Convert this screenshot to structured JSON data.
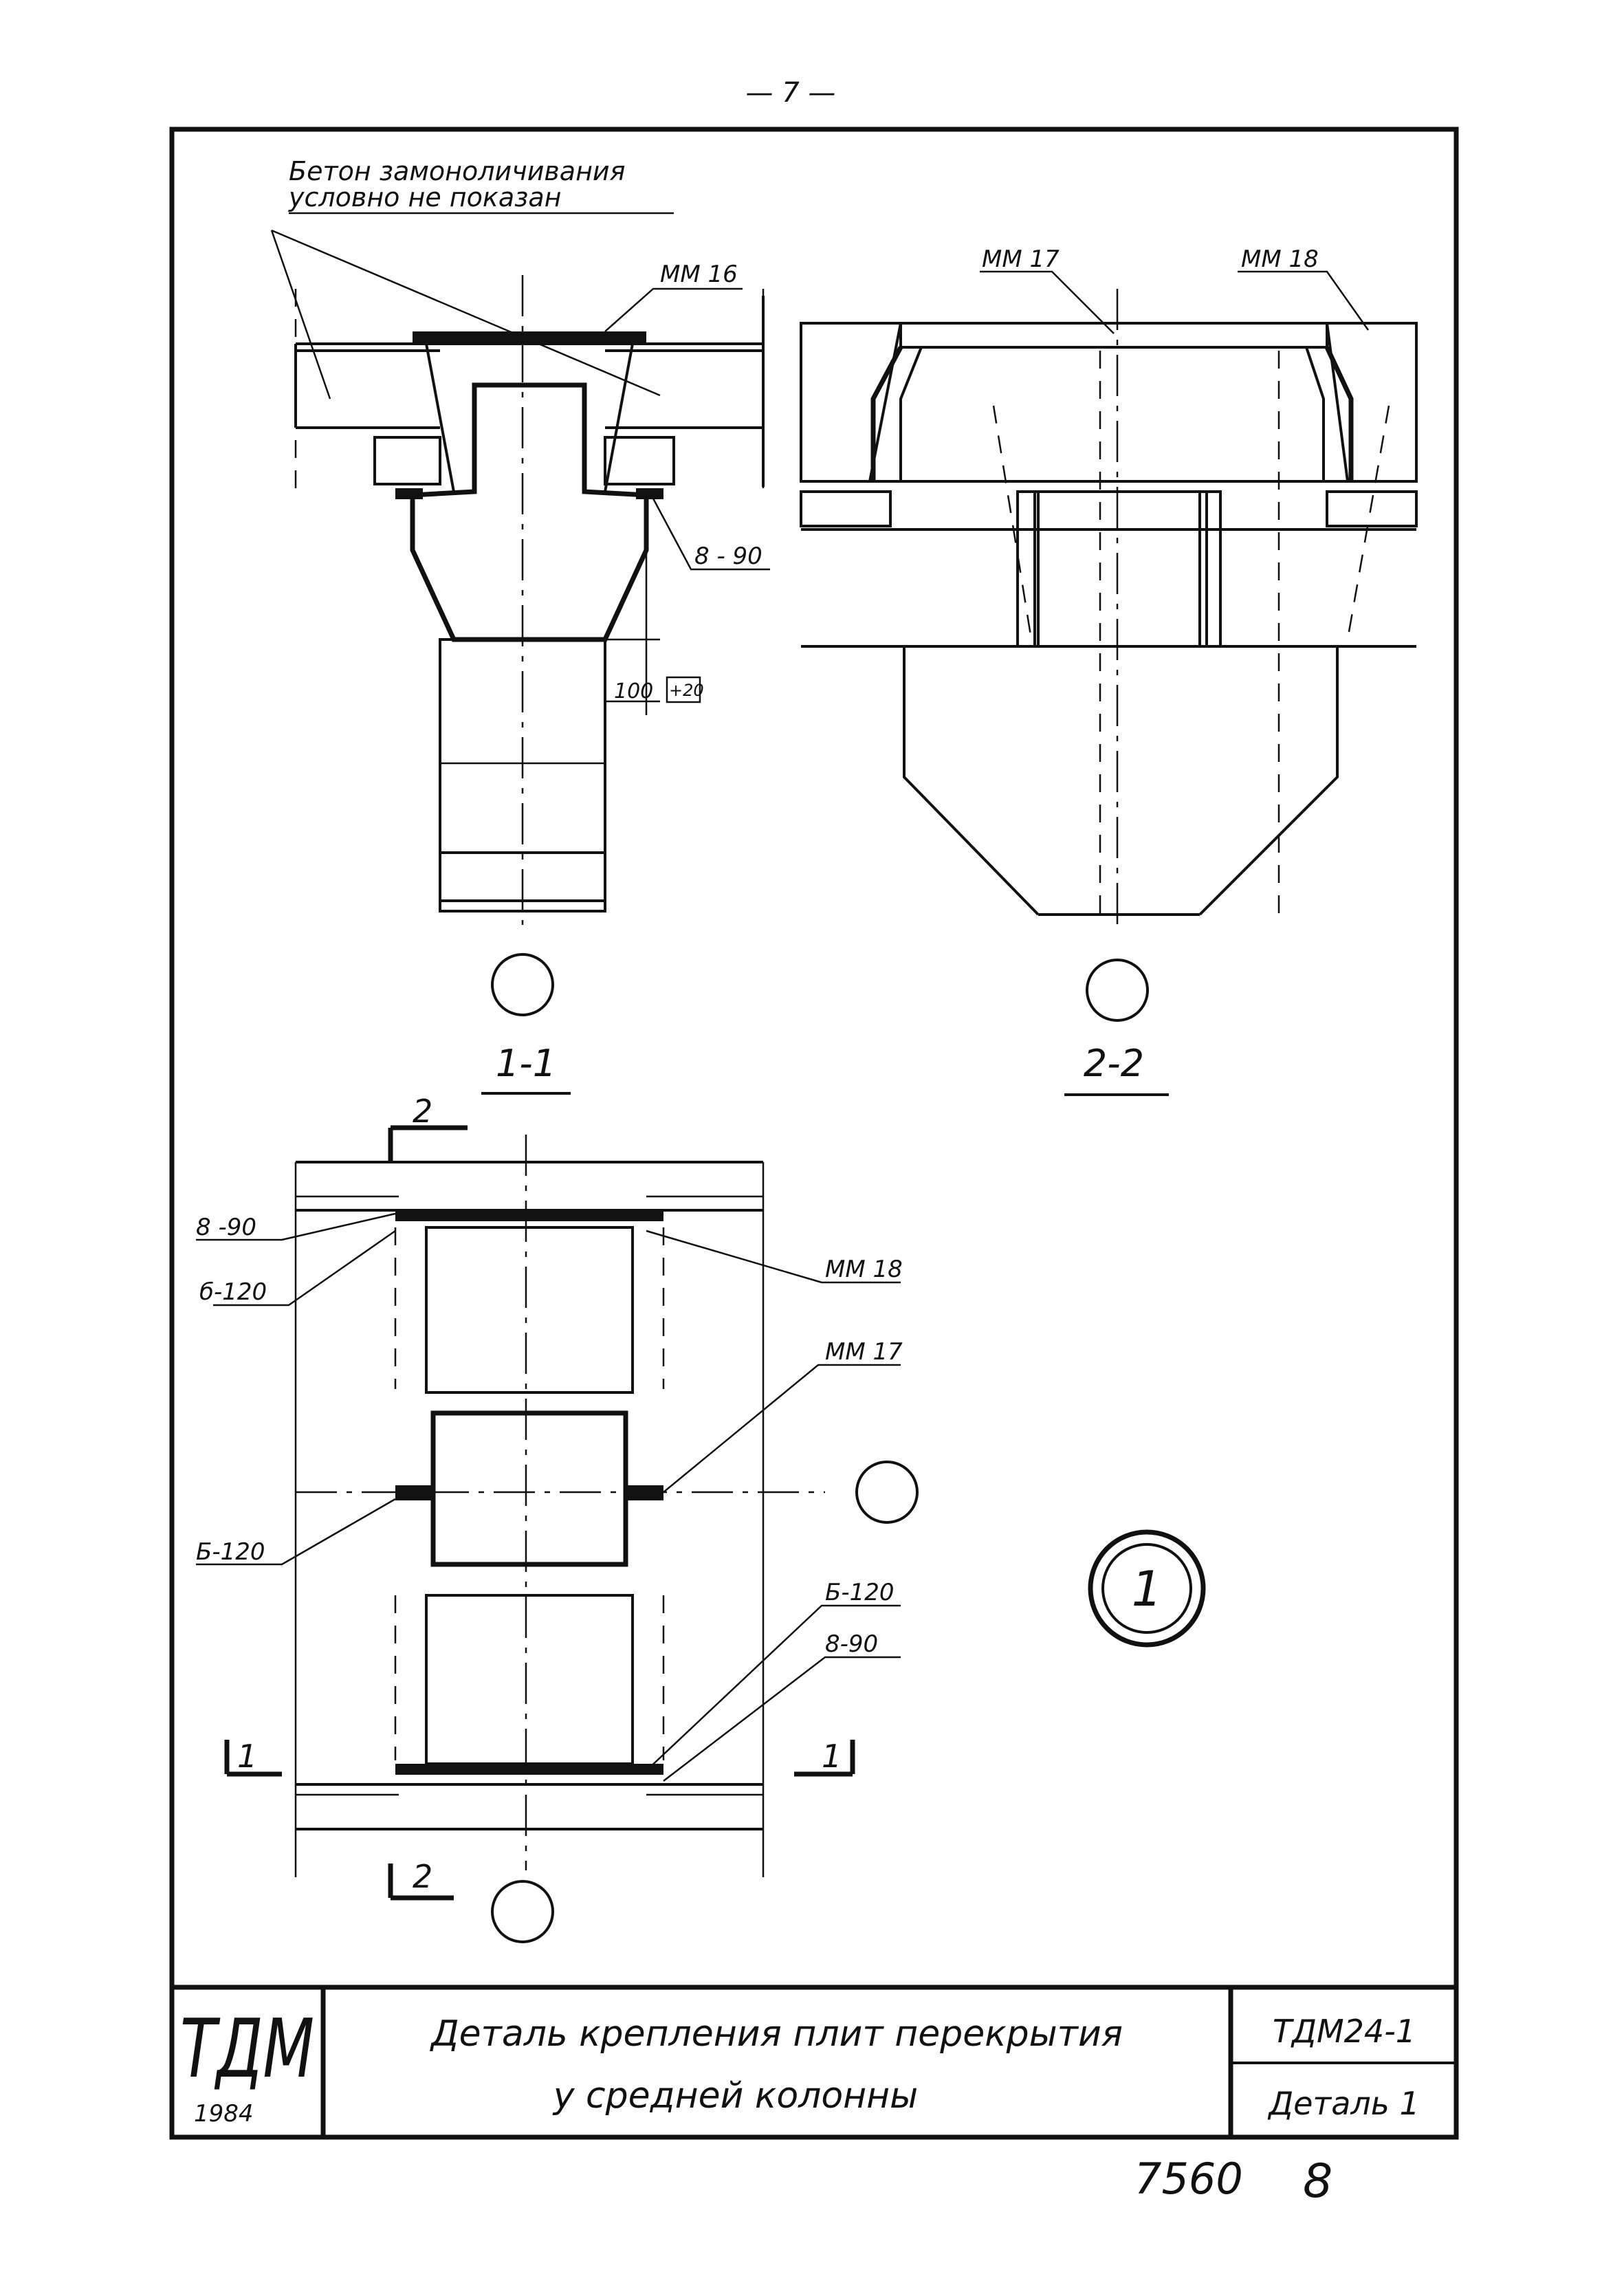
{
  "page": {
    "page_number": "— 7 —"
  },
  "notes": {
    "concrete_note_line1": "Бетон замоноличивания",
    "concrete_note_line2": "условно не показан"
  },
  "section_1_1": {
    "title": "1-1",
    "labels": [
      "ММ 16",
      "8 - 90",
      "100",
      "+20"
    ]
  },
  "section_2_2": {
    "title": "2-2",
    "labels": [
      "ММ 17",
      "ММ 18"
    ]
  },
  "plan": {
    "cut_marks": [
      "2",
      "2",
      "1",
      "1"
    ],
    "labels_left": [
      "8 -90",
      "б-120",
      "Б-120"
    ],
    "labels_right": [
      "ММ 18",
      "ММ 17",
      "Б-120",
      "8-90"
    ],
    "detail_number": "1"
  },
  "title_block": {
    "logo": "ТДМ",
    "year": "1984",
    "title_line1": "Деталь крепления плит перекрытия",
    "title_line2": "у средней колонны",
    "code": "ТДМ24-1",
    "sheet_name": "Деталь 1"
  },
  "footer": {
    "archive_number": "7560",
    "sheet_number": "8"
  }
}
